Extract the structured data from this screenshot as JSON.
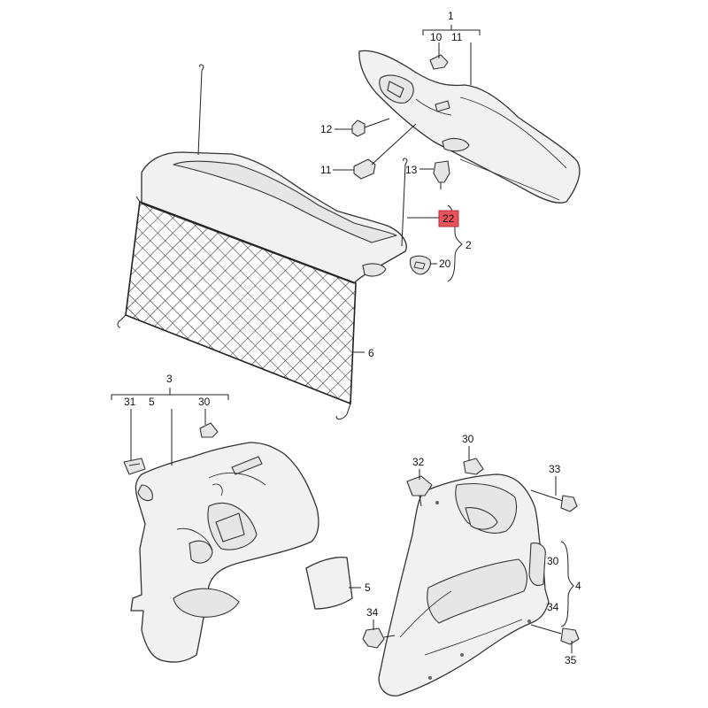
{
  "callouts": [
    {
      "id": "c1",
      "text": "1"
    },
    {
      "id": "c10",
      "text": "10"
    },
    {
      "id": "c11a",
      "text": "11"
    },
    {
      "id": "c12",
      "text": "12"
    },
    {
      "id": "c11b",
      "text": "11"
    },
    {
      "id": "c13",
      "text": "13"
    },
    {
      "id": "c22",
      "text": "22",
      "highlight": true
    },
    {
      "id": "c2",
      "text": "2"
    },
    {
      "id": "c20",
      "text": "20"
    },
    {
      "id": "c6",
      "text": "6"
    },
    {
      "id": "c3",
      "text": "3"
    },
    {
      "id": "c31",
      "text": "31"
    },
    {
      "id": "c5a",
      "text": "5"
    },
    {
      "id": "c30a",
      "text": "30"
    },
    {
      "id": "c5b",
      "text": "5"
    },
    {
      "id": "c30b",
      "text": "30"
    },
    {
      "id": "c32",
      "text": "32"
    },
    {
      "id": "c33",
      "text": "33"
    },
    {
      "id": "c30c",
      "text": "30"
    },
    {
      "id": "c4",
      "text": "4"
    },
    {
      "id": "c34a",
      "text": "34"
    },
    {
      "id": "c34b",
      "text": "34"
    },
    {
      "id": "c35",
      "text": "35"
    }
  ],
  "colors": {
    "highlight": "#e8525a",
    "line": "#222222",
    "part_fill": "#f1f1f1"
  }
}
